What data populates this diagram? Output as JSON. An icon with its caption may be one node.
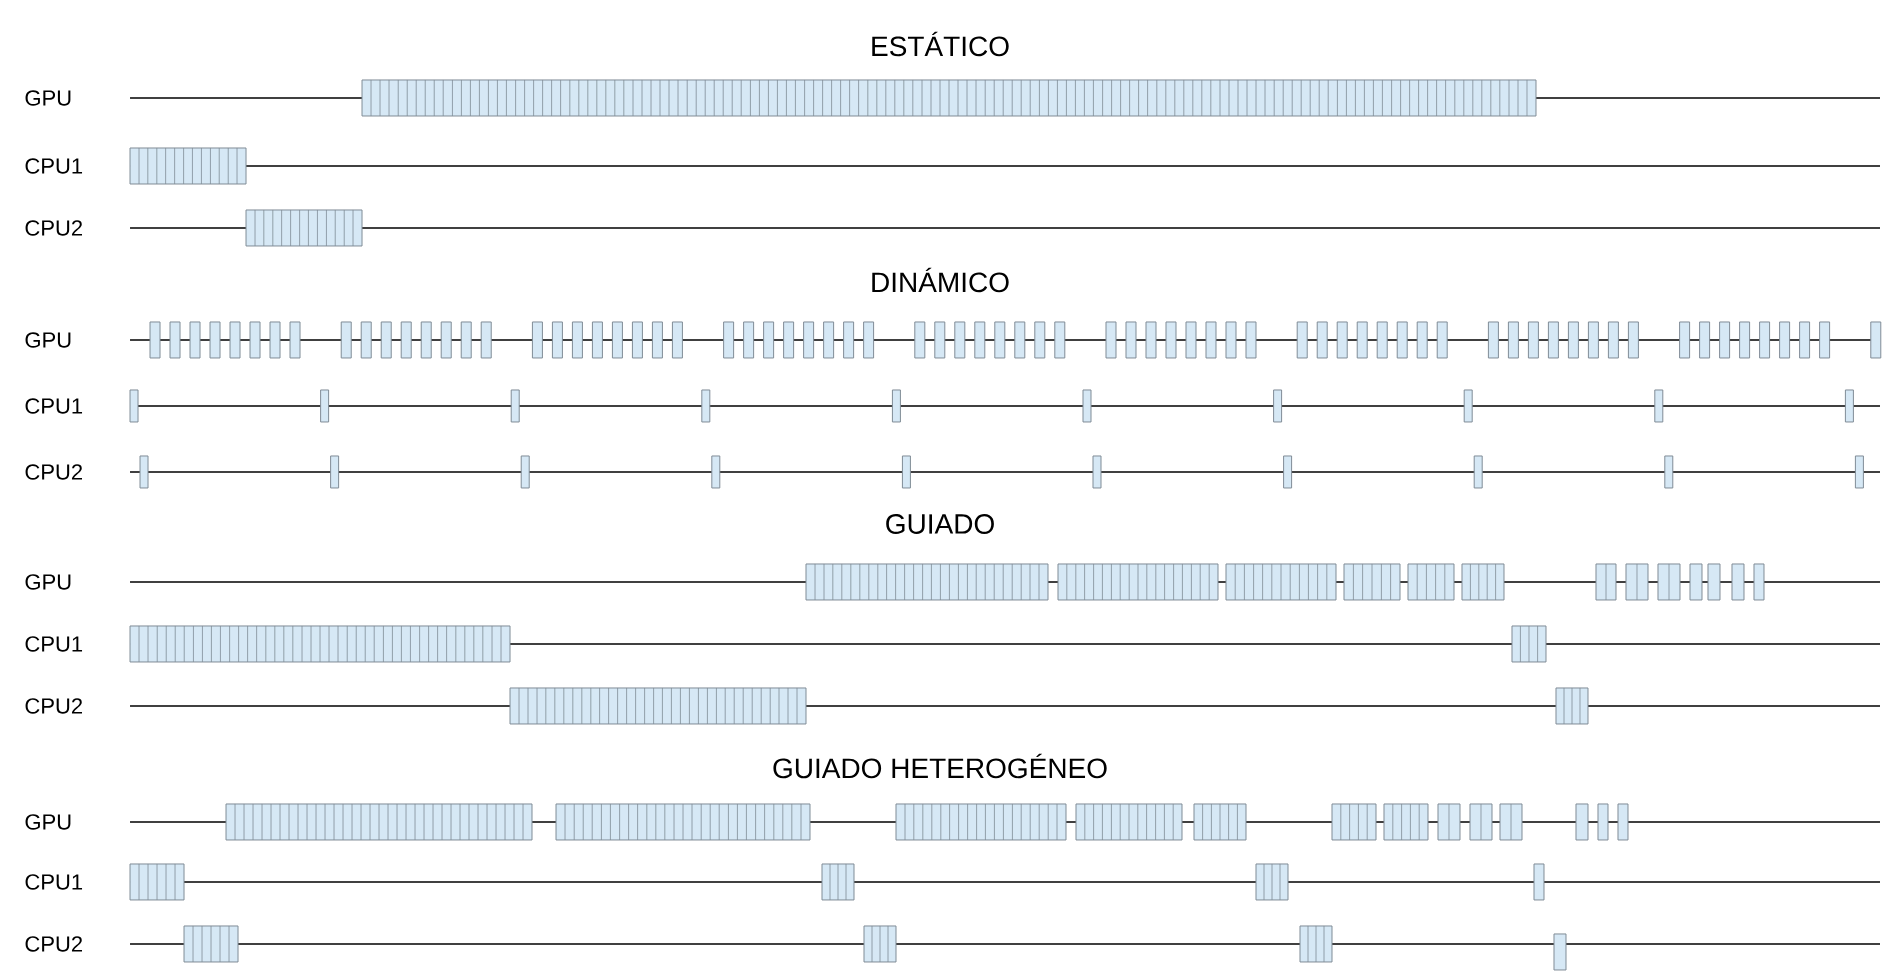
{
  "diagram": {
    "labels": [
      "ESTÁTICO",
      "GPU",
      "CPU1",
      "CPU2",
      "DINÁMICO",
      "GPU",
      "CPU1",
      "CPU2",
      "GUIADO",
      "GPU",
      "CPU1",
      "CPU2",
      "GUIADO HETEROGÉNEO",
      "GPU",
      "CPU1",
      "CPU2"
    ]
  }
}
